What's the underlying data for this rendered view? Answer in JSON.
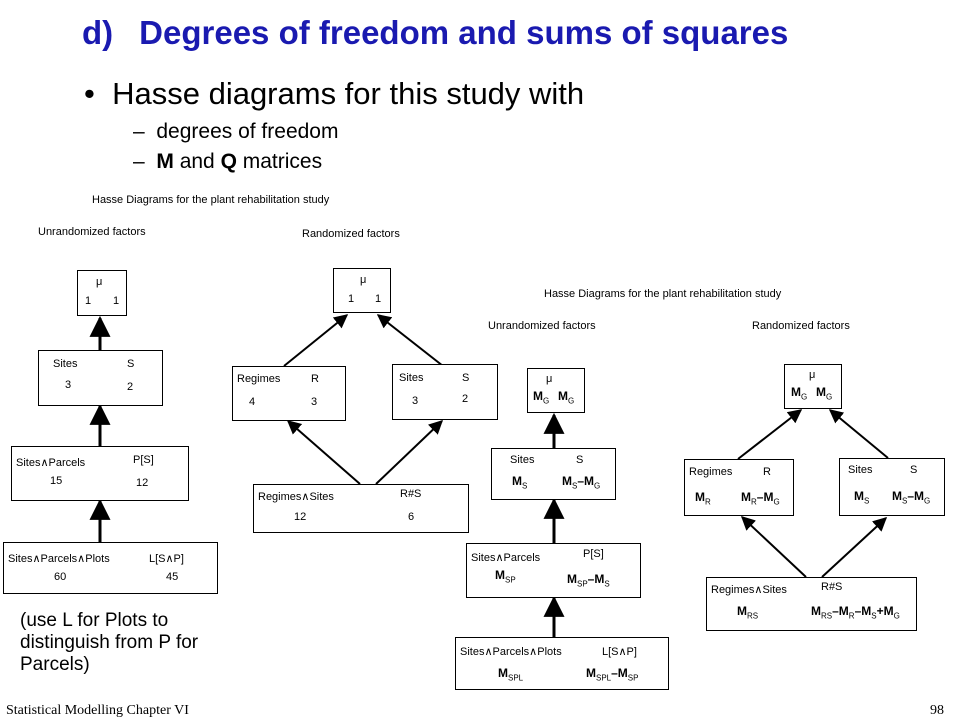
{
  "slide": {
    "title_label": "d)",
    "title_text": "Degrees of freedom and sums of squares",
    "bullet": "Hasse diagrams for this study with",
    "subbullets": [
      {
        "dash": "–",
        "text": "degrees of freedom"
      },
      {
        "dash": "–",
        "bold1": "M",
        "mid": " and ",
        "bold2": "Q",
        "tail": " matrices"
      }
    ],
    "note": "(use L for Plots to distinguish from P for Parcels)",
    "footer_left": "Statistical Modelling   Chapter VI",
    "footer_right": "98"
  },
  "left_diagram": {
    "title": "Hasse Diagrams for the plant rehabilitation study",
    "unrandomized_heading": "Unrandomized factors",
    "randomized_heading": "Randomized factors",
    "nodes": {
      "mu": {
        "name": "μ",
        "a": "1",
        "b": "1"
      },
      "sites": {
        "name": "Sites",
        "code": "S",
        "a": "3",
        "b": "2"
      },
      "parcels": {
        "name": "Sites∧Parcels",
        "code": "P[S]",
        "a": "15",
        "b": "12"
      },
      "plots": {
        "name": "Sites∧Parcels∧Plots",
        "code": "L[S∧P]",
        "a": "60",
        "b": "45"
      },
      "rmu": {
        "name": "μ",
        "a": "1",
        "b": "1"
      },
      "regimes": {
        "name": "Regimes",
        "code": "R",
        "a": "4",
        "b": "3"
      },
      "rsites": {
        "name": "Sites",
        "code": "S",
        "a": "3",
        "b": "2"
      },
      "rs": {
        "name": "Regimes∧Sites",
        "code": "R#S",
        "a": "12",
        "b": "6"
      }
    }
  },
  "right_diagram": {
    "title": "Hasse Diagrams for the plant rehabilitation study",
    "unrandomized_heading": "Unrandomized factors",
    "randomized_heading": "Randomized factors",
    "nodes": {
      "mu": {
        "name": "μ",
        "m": "M",
        "ms": "G",
        "q": "M",
        "qs": "G"
      },
      "sites": {
        "name": "Sites",
        "code": "S",
        "m": "M",
        "ms": "S",
        "q": "M",
        "qs": "S",
        "q2": "–M",
        "q2s": "G"
      },
      "parcels": {
        "name": "Sites∧Parcels",
        "code": "P[S]",
        "m": "M",
        "ms": "SP",
        "q": "M",
        "qs": "SP",
        "q2": "–M",
        "q2s": "S"
      },
      "plots": {
        "name": "Sites∧Parcels∧Plots",
        "code": "L[S∧P]",
        "m": "M",
        "ms": "SPL",
        "q": "M",
        "qs": "SPL",
        "q2": "–M",
        "q2s": "SP"
      },
      "rmu": {
        "name": "μ",
        "m": "M",
        "ms": "G",
        "q": "M",
        "qs": "G"
      },
      "regimes": {
        "name": "Regimes",
        "code": "R",
        "m": "M",
        "ms": "R",
        "q": "M",
        "qs": "R",
        "q2": "–M",
        "q2s": "G"
      },
      "rsites": {
        "name": "Sites",
        "code": "S",
        "m": "M",
        "ms": "S",
        "q": "M",
        "qs": "S",
        "q2": "–M",
        "q2s": "G"
      },
      "rs": {
        "name": "Regimes∧Sites",
        "code": "R#S",
        "m": "M",
        "ms": "RS",
        "expr": [
          {
            "t": "M",
            "s": "RS"
          },
          {
            "t": "–M",
            "s": "R"
          },
          {
            "t": "–M",
            "s": "S"
          },
          {
            "t": "+M",
            "s": "G"
          }
        ]
      }
    }
  }
}
